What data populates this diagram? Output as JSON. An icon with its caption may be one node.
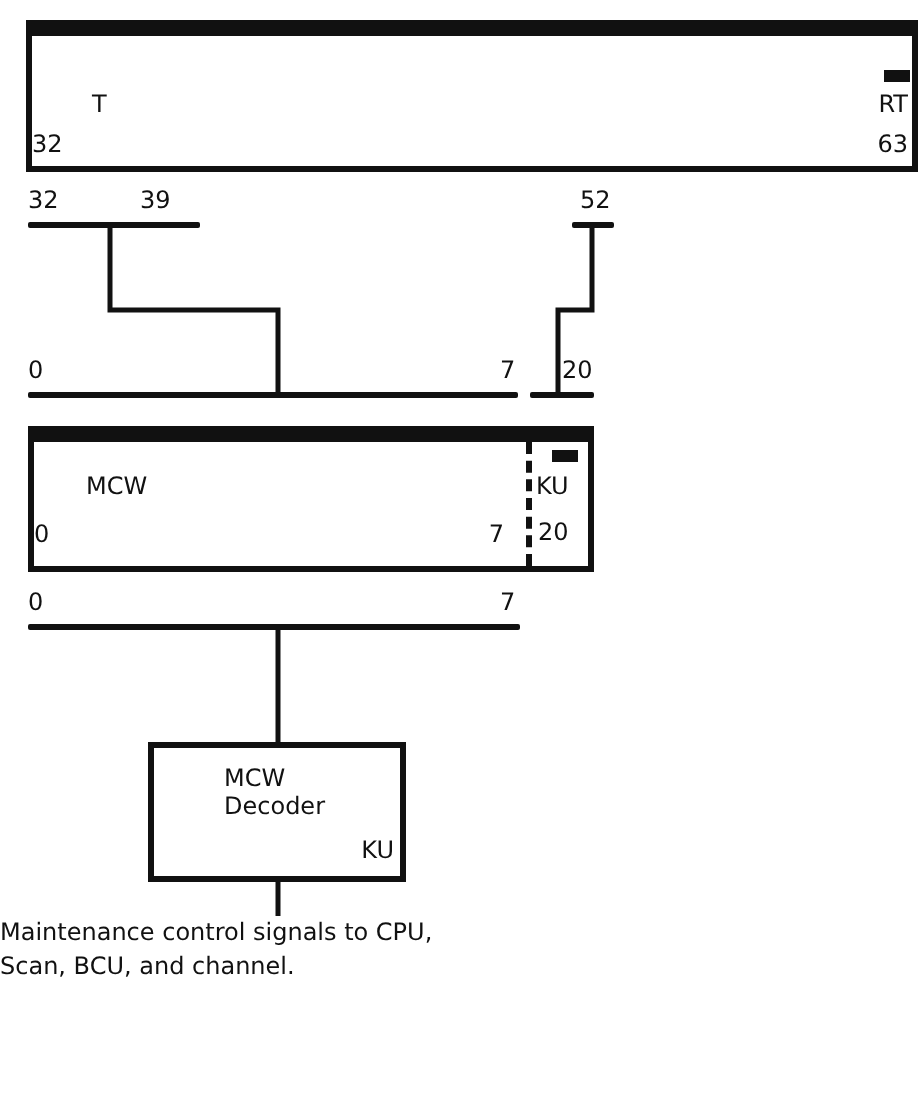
{
  "diagram": {
    "nodes": [
      {
        "text": [
          "T",
          "32",
          "RT",
          "63"
        ]
      },
      {
        "text": [],
        "shape": "bar",
        "beside": [
          "32",
          "39"
        ]
      },
      {
        "text": [],
        "shape": "bar",
        "beside": [
          "52"
        ]
      },
      {
        "text": [],
        "shape": "bar",
        "beside": [
          "0",
          "7"
        ]
      },
      {
        "text": [],
        "shape": "bar",
        "beside": [
          "20"
        ]
      },
      {
        "text": [
          "MCW",
          "0",
          "7"
        ]
      },
      {
        "text": [
          "KU",
          "20"
        ],
        "in": 5
      },
      {
        "text": [],
        "shape": "bar",
        "beside": [
          "0",
          "7"
        ]
      },
      {
        "text": [
          "MCW Decoder",
          "KU"
        ]
      },
      {
        "text": [
          "Maintenance control signals to CPU, Scan, BCU, and channel."
        ]
      }
    ],
    "edges": [
      {
        "from": 1,
        "to": 3,
        "arrow": "none"
      },
      {
        "from": 2,
        "to": 4,
        "arrow": "none"
      },
      {
        "from": 7,
        "to": 8,
        "arrow": "none"
      },
      {
        "from": 8,
        "to": 9,
        "arrow": "none"
      }
    ]
  }
}
